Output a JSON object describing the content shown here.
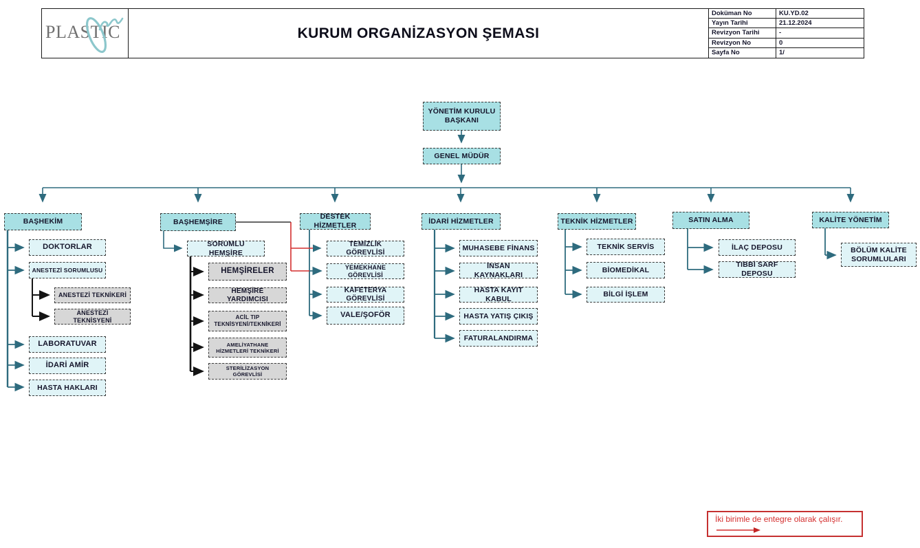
{
  "logo": {
    "text": "PLASTIC",
    "script": "Era"
  },
  "header": {
    "title": "KURUM ORGANİZASYON ŞEMASI"
  },
  "doc": {
    "rows": [
      {
        "label": "Doküman No",
        "value": "KU.YD.02"
      },
      {
        "label": "Yayın Tarihi",
        "value": "21.12.2024"
      },
      {
        "label": "Revizyon Tarihi",
        "value": "-"
      },
      {
        "label": "Revizyon No",
        "value": "0"
      },
      {
        "label": "Sayfa No",
        "value": "1/"
      }
    ]
  },
  "nodes": {
    "ykb": "YÖNETİM KURULU BAŞKANI",
    "gm": "GENEL MÜDÜR",
    "bashekim": "BAŞHEKİM",
    "doktorlar": "DOKTORLAR",
    "anestezi_sorumlusu": "ANESTEZİ SORUMLUSU",
    "anestezi_tekniker": "ANESTEZİ TEKNİKERİ",
    "anestezi_teknisyen": "ANESTEZİ TEKNİSYENİ",
    "laboratuvar": "LABORATUVAR",
    "idari_amir": "İDARİ AMİR",
    "hasta_haklari": "HASTA HAKLARI",
    "bashemsire": "BAŞHEMŞİRE",
    "sorumlu_hemsire": "SORUMLU HEMŞİRE",
    "hemsireler": "HEMŞİRELER",
    "hemsire_yardimcisi": "HEMŞİRE YARDIMCISI",
    "acil_tip": "ACİL TIP TEKNİSYENİ/TEKNİKERİ",
    "ameliyathane": "AMELİYATHANE HİZMETLERİ TEKNİKERİ",
    "sterilizasyon": "STERİLİZASYON GÖREVLİSİ",
    "destek": "DESTEK HİZMETLER",
    "temizlik": "TEMİZLİK GÖREVLİSİ",
    "yemekhane": "YEMEKHANE GÖREVLİSİ",
    "kafeterya": "KAFETERYA GÖREVLİSİ",
    "vale": "VALE/ŞOFÖR",
    "idari": "İDARİ HİZMETLER",
    "muhasebe": "MUHASEBE FİNANS",
    "insan_kaynaklari": "İNSAN KAYNAKLARI",
    "hasta_kayit": "HASTA KAYIT KABUL",
    "hasta_yatis": "HASTA YATIŞ ÇIKIŞ",
    "faturalandirma": "FATURALANDIRMA",
    "teknik": "TEKNİK HİZMETLER",
    "teknik_servis": "TEKNİK SERVİS",
    "biomedikal": "BİOMEDİKAL",
    "bilgi_islem": "BİLGİ İŞLEM",
    "satin": "SATIN ALMA",
    "ilac_deposu": "İLAÇ DEPOSU",
    "tibbi_sarf": "TIBBİ SARF DEPOSU",
    "kalite": "KALİTE YÖNETİM",
    "bolum_kalite": "BÖLÜM KALİTE SORUMLULARI"
  },
  "legend": {
    "text": "İki birimle de entegre olarak çalışır."
  },
  "colors": {
    "teal_fill": "#a8e0e4",
    "cyan_fill": "#e0f4f7",
    "gray_fill": "#d7d7d7",
    "teal_line": "#2e6b7e",
    "black_line": "#141414",
    "red_line": "#d42e2e",
    "logo_gray": "#707070",
    "logo_teal": "#8cc7cc"
  }
}
